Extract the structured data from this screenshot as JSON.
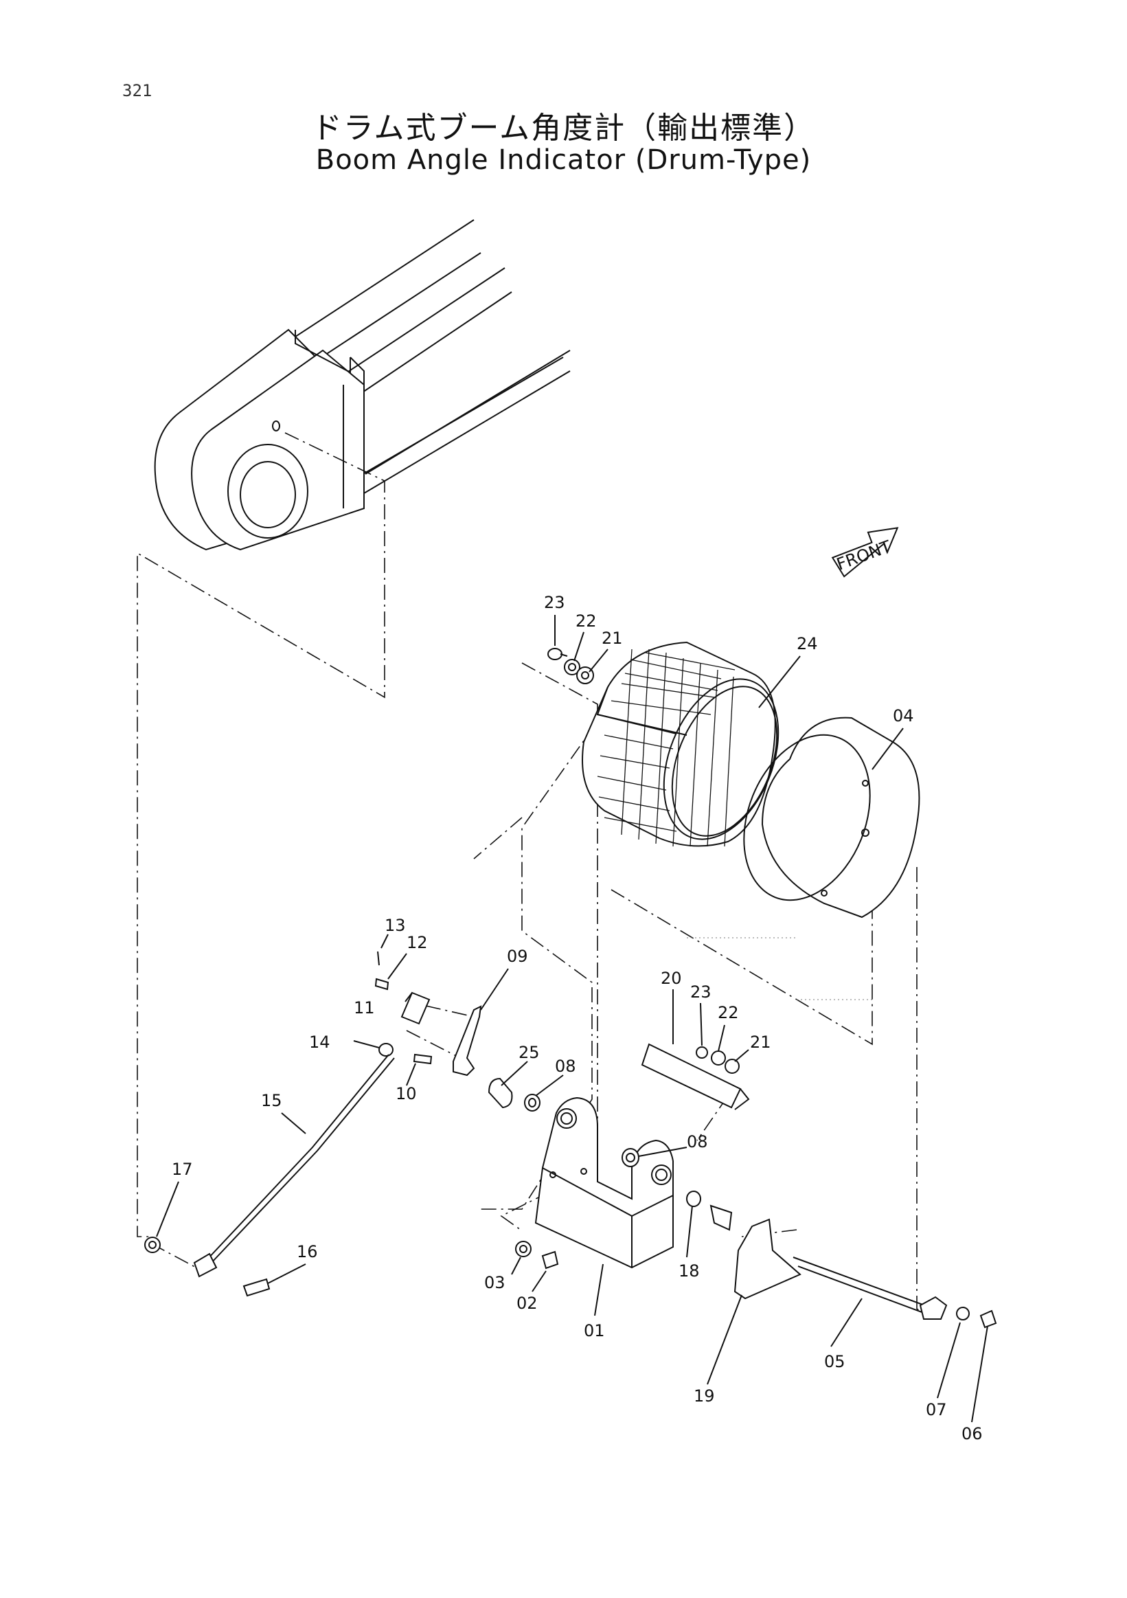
{
  "page_number": "321",
  "title_jp": "ドラム式ブーム角度計（輸出標準）",
  "title_en": "Boom Angle Indicator (Drum-Type)",
  "front_label": "FRONT",
  "part_labels": {
    "p01": "01",
    "p02": "02",
    "p03": "03",
    "p04": "04",
    "p05": "05",
    "p06": "06",
    "p07": "07",
    "p08a": "08",
    "p08b": "08",
    "p09": "09",
    "p10": "10",
    "p11": "11",
    "p12": "12",
    "p13": "13",
    "p14": "14",
    "p15": "15",
    "p16": "16",
    "p17": "17",
    "p18": "18",
    "p19": "19",
    "p20": "20",
    "p21a": "21",
    "p21b": "21",
    "p22a": "22",
    "p22b": "22",
    "p23a": "23",
    "p23b": "23",
    "p24": "24",
    "p25": "25"
  }
}
